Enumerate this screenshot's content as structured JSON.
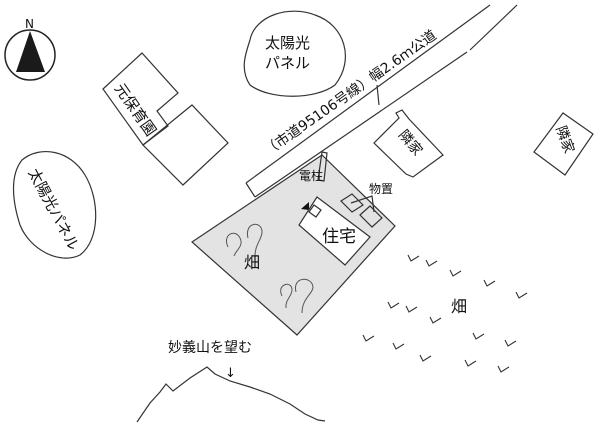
{
  "map": {
    "north_label": "N",
    "labels": {
      "solar_top_line1": "太陽光",
      "solar_top_line2": "パネル",
      "solar_left": "太陽光パネル",
      "former_nursery": "元保育園",
      "road": "（市道95106号線）幅2.6ｍ公道",
      "neighbor_1": "隣家",
      "neighbor_2": "隣家",
      "utility_pole": "電柱",
      "storage": "物置",
      "house": "住宅",
      "field_lot": "畑",
      "field_east": "畑",
      "mountain_view": "妙義山を望む",
      "arrow_down": "↓"
    },
    "colors": {
      "lot_fill": "#e3e3e3",
      "line": "#333333",
      "north_arrow": "#1a1a1a"
    }
  }
}
